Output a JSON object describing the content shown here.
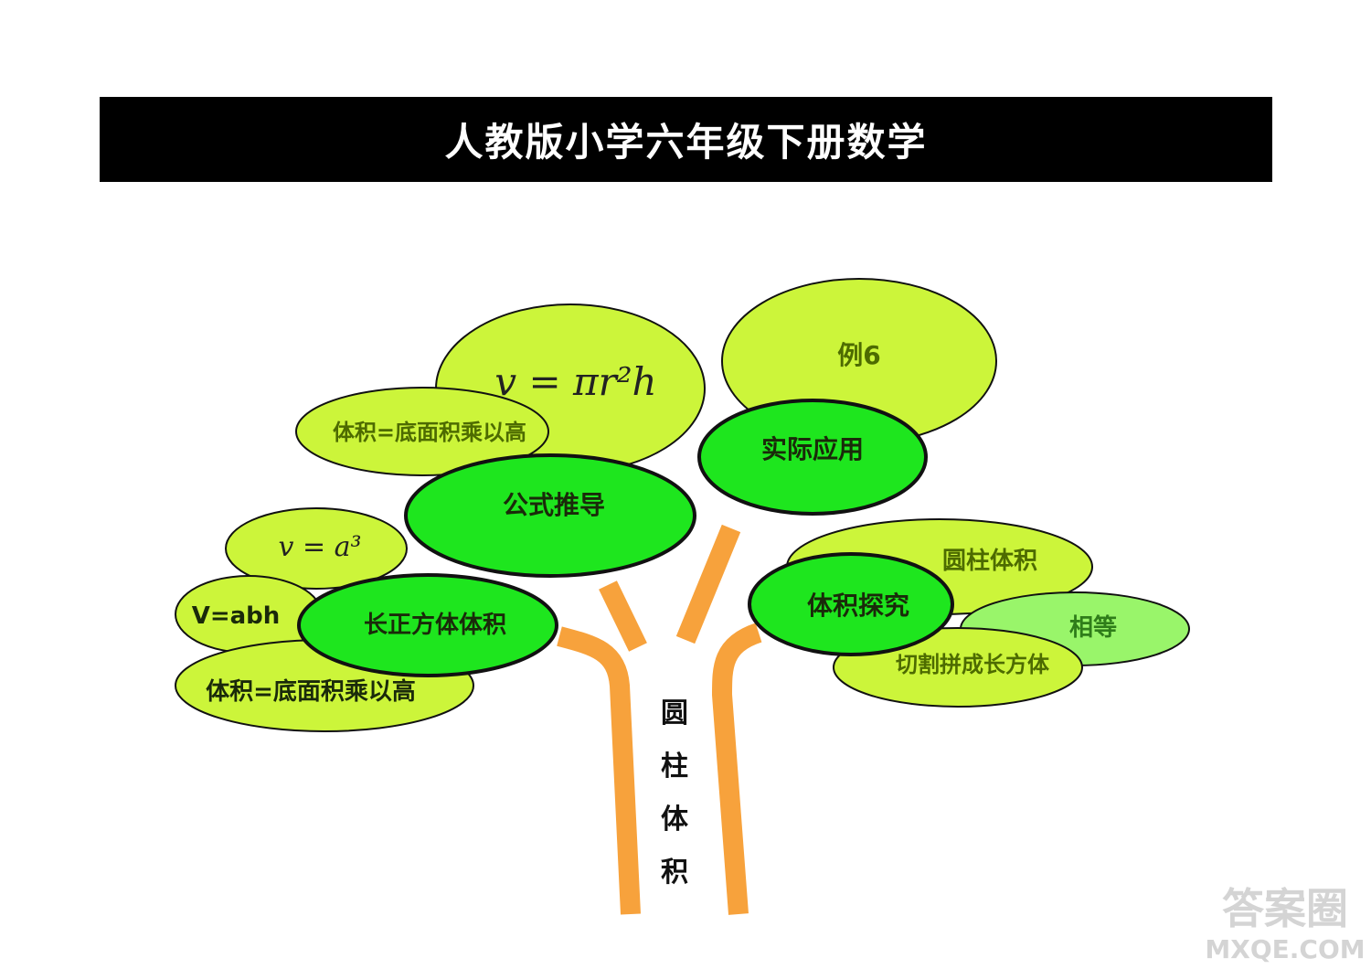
{
  "title": "人教版小学六年级下册数学",
  "trunk_label": [
    "圆",
    "柱",
    "体",
    "积"
  ],
  "colors": {
    "title_bg": "#000000",
    "trunk": "#f7a23c",
    "leaf_light": "#ccf53a",
    "leaf_bright": "#1ee61e",
    "leaf_pale": "#99f56a"
  },
  "branches": {
    "formula": {
      "label": "公式推导",
      "leaves": {
        "cylinder_formula": "v = πr²h",
        "base_times_height": "体积=底面积乘以高"
      }
    },
    "application": {
      "label": "实际应用",
      "leaves": {
        "example": "例6"
      }
    },
    "cuboid": {
      "label": "长正方体体积",
      "leaves": {
        "cube_formula": "v = a³",
        "cuboid_formula": "V=abh",
        "base_times_height": "体积=底面积乘以高"
      }
    },
    "explore": {
      "label": "体积探究",
      "leaves": {
        "cylinder_volume": "圆柱体积",
        "equal": "相等",
        "cut_rearrange": "切割拼成长方体"
      }
    }
  },
  "watermark": {
    "line1": "答案圈",
    "line2": "MXQE.COM"
  }
}
